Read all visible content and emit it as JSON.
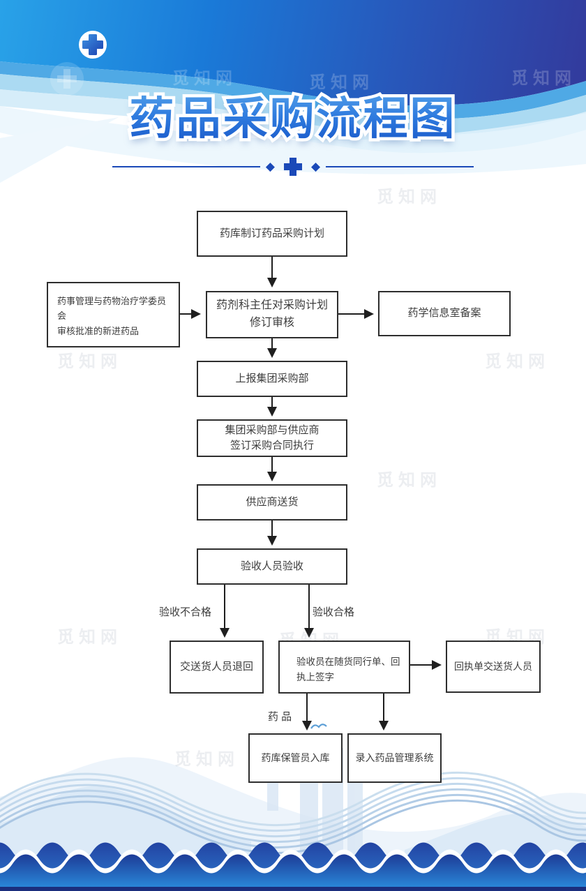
{
  "watermark": {
    "text": "觅知网"
  },
  "header": {
    "title": "药品采购流程图",
    "divider": {
      "diamond_icon": "◆"
    },
    "colors": {
      "azure": "#29a2e8",
      "deep_indigo": "#333a9c",
      "divider_blue": "#1a49b8"
    }
  },
  "flow": {
    "nodes": {
      "plan": {
        "label": "药库制订药品采购计划"
      },
      "committee": {
        "line1": "药事管理与药物治疗学委员会",
        "line2": "审核批准的新进药品"
      },
      "review": {
        "line1": "药剂科主任对采购计划",
        "line2": "修订审核"
      },
      "info": {
        "label": "药学信息室备案"
      },
      "report": {
        "label": "上报集团采购部"
      },
      "contract": {
        "line1": "集团采购部与供应商",
        "line2": "签订采购合同执行"
      },
      "delivery": {
        "label": "供应商送货"
      },
      "inspect": {
        "label": "验收人员验收"
      },
      "reject": {
        "label": "交送货人员退回"
      },
      "sign": {
        "line1": "验收员在随货同行单、回",
        "line2": "执上签字"
      },
      "receipt": {
        "label": "回执单交送货人员"
      },
      "warehouse": {
        "label": "药库保管员入库"
      },
      "system": {
        "label": "录入药品管理系统"
      }
    },
    "edge_labels": {
      "fail": "验收不合格",
      "pass": "验收合格",
      "drug": "药 品"
    },
    "colors": {
      "box_border": "#2e2e2e",
      "arrow": "#1f1f1f"
    }
  },
  "footer": {
    "colors": {
      "wave_navy": "#20399a",
      "wave_blue": "#2f7fd3",
      "bottom_strip": "#1b2e7d"
    }
  }
}
